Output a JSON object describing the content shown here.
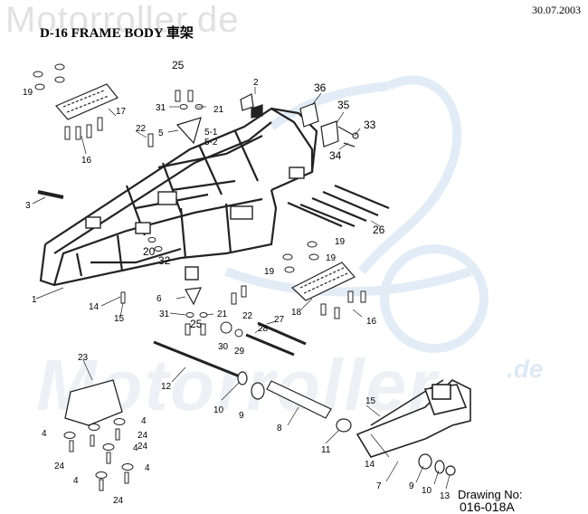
{
  "header": {
    "date": "30.07.2003",
    "title": "D-16 FRAME BODY 車架",
    "watermark_top": "Motorroller.de",
    "watermark_bottom": "Motorroller",
    "watermark_de": ".de"
  },
  "footer": {
    "drawing_label": "Drawing No:",
    "drawing_number": "016-018A"
  },
  "part_labels": {
    "p1": "1",
    "p2": "2",
    "p3": "3",
    "p4a": "4",
    "p4b": "4",
    "p4c": "4",
    "p4d": "4",
    "p4e": "4",
    "p5": "5",
    "p5_1": "5-1",
    "p5_2": "5-2",
    "p6": "6",
    "p7": "7",
    "p8": "8",
    "p9a": "9",
    "p9b": "9",
    "p10a": "10",
    "p10b": "10",
    "p11": "11",
    "p12": "12",
    "p13": "13",
    "p14a": "14",
    "p14b": "14",
    "p15a": "15",
    "p15b": "15",
    "p16a": "16",
    "p16b": "16",
    "p17": "17",
    "p18": "18",
    "p19a": "19",
    "p19b": "19",
    "p19c": "19",
    "p19d": "19",
    "p20": "20",
    "p21a": "21",
    "p21b": "21",
    "p22a": "22",
    "p22b": "22",
    "p23": "23",
    "p24a": "24",
    "p24b": "24",
    "p24c": "24",
    "p24d": "24",
    "p25a": "25",
    "p25b": "25",
    "p26": "26",
    "p27": "27",
    "p28": "28",
    "p29": "29",
    "p30": "30",
    "p31a": "31",
    "p31b": "31",
    "p32": "32",
    "p33": "33",
    "p34": "34",
    "p35": "35",
    "p36": "36"
  }
}
